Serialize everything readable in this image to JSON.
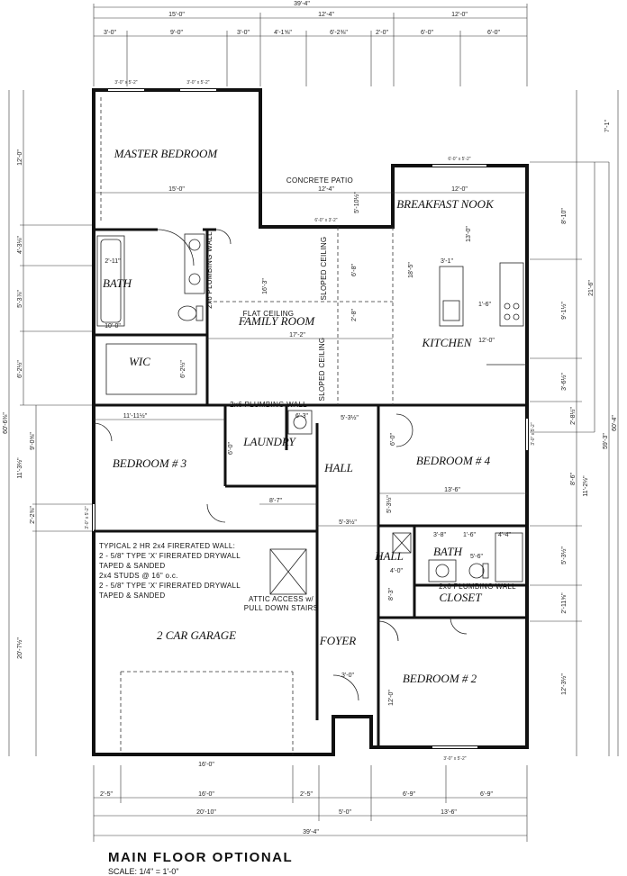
{
  "rooms": {
    "master_bedroom": "MASTER BEDROOM",
    "breakfast_nook": "BREAKFAST NOOK",
    "bath_master": "BATH",
    "family_room": "FAMILY ROOM",
    "kitchen": "KITCHEN",
    "wic": "WIC",
    "bedroom3": "BEDROOM # 3",
    "laundry": "LAUNDRY",
    "hall_left": "HALL",
    "bedroom4": "BEDROOM # 4",
    "bath_hall": "BATH",
    "hall_right": "HALL",
    "closet": "CLOSET",
    "garage": "2 CAR GARAGE",
    "foyer": "FOYER",
    "bedroom2": "BEDROOM # 2"
  },
  "notes": {
    "concrete_patio": "CONCRETE PATIO",
    "flat_ceiling": "FLAT CEILING",
    "sloped_ceiling_1": "SLOPED CEILING",
    "sloped_ceiling_2": "SLOPED CEILING",
    "plumbing_wall_master": "2x6 PLUMBING WALL",
    "plumbing_wall_laundry": "2x6 PLUMBING WALL",
    "plumbing_wall_bath": "2x6 PLUMBING WALL",
    "firerated": [
      "TYPICAL 2 HR 2x4 FIRERATED WALL:",
      "2 - 5/8\" TYPE 'X' FIRERATED DRYWALL",
      "TAPED & SANDED",
      "2x4 STUDS @ 16\" o.c.",
      "2 - 5/8\" TYPE 'X' FIRERATED DRYWALL",
      "TAPED & SANDED"
    ],
    "attic": [
      "ATTIC ACCESS w/",
      "PULL DOWN STAIRS"
    ]
  },
  "dims_top": {
    "overall": "39'-4\"",
    "row1": [
      "15'-0\"",
      "12'-4\"",
      "12'-0\""
    ],
    "row2": [
      "3'-0\"",
      "9'-0\"",
      "3'-0\"",
      "4'-1⅝\"",
      "6'-2⅜\"",
      "2'-0\"",
      "6'-0\"",
      "6'-0\""
    ]
  },
  "dims_bottom": {
    "row1": [
      "2'-5\"",
      "16'-0\"",
      "2'-5\"",
      "6'-9\"",
      "6'-9\""
    ],
    "row2": [
      "20'-10\"",
      "5'-0\"",
      "13'-6\""
    ],
    "overall": "39'-4\""
  },
  "dims_left": {
    "outer": "60'-6⅜\"",
    "col_a": [
      "12'-0\"",
      "4'-3⅛\"",
      "5'-3⅞\"",
      "6'-2½\""
    ],
    "col_b": [
      "9'-0⅝\"",
      "11'-3½\"",
      "2'-2⅜\"",
      "20'-7½\""
    ]
  },
  "dims_right": {
    "outer": "60'-4\"",
    "col_a": [
      "7'-1\"",
      "8'-10\"",
      "9'-1½\"",
      "3'-6½\"",
      "2'-8½\"",
      "8'-6\"",
      "5'-3½\"",
      "2'-11⅝\"",
      "12'-3½\""
    ],
    "col_b": [
      "21'-6\"",
      "11'-2½\"",
      "59'-3\""
    ]
  },
  "dims_interior": {
    "master_width": "15'-0\"",
    "patio_width": "12'-4\"",
    "nook_width": "12'-0\"",
    "nook_depth": "5'-10½\"",
    "family_width": "17'-2\"",
    "family_depth": "16'-3\"",
    "kitchen_width": "12'-0\"",
    "kitchen_depth": "13'-0\"",
    "island": "3'-1\"",
    "range": "1'-6\"",
    "family_slope": "6'-8\"",
    "kitchen_slope": "18'-5\"",
    "hall_width": "5'-3½\"",
    "bedroom3_width": "11'-11½\"",
    "laundry_width": "6'-3\"",
    "hall_seg": "8'-7\"",
    "hall_seg2": "5'-3½\"",
    "bed4_width": "13'-6\"",
    "bath_a": "3'-8\"",
    "bath_b": "1'-6\"",
    "bath_c": "4'-4\"",
    "bath_d": "5'-6\"",
    "bath_e": "4'-0\"",
    "bath_f": "8'-3\"",
    "bed2_depth": "12'-0\"",
    "garage_width": "16'-0\"",
    "foyer": "3'-0\"",
    "master_bath_a": "2'-11\"",
    "master_bath_b": "10'-0\"",
    "wic_depth": "6'-2½\"",
    "family_c": "2'-8\"",
    "bed3_c": "6'-0\"",
    "bed4_c": "6'-0\"",
    "hall_c": "5'-3½\""
  },
  "window_tags": {
    "w1": "3'-0\" x 5'-2\"",
    "w2": "3'-0\" x 5'-2\"",
    "w3": "6'-0\" x 5'-2\"",
    "w4": "6'-0\" x 3'-2\"",
    "w5": "3'-0\" x 5'-2\"",
    "w6": "3'-0\" x 5'-2\"",
    "w7": "3'-0\" x 5'-2\""
  },
  "title": "MAIN FLOOR OPTIONAL",
  "scale": "SCALE: 1/4\" = 1'-0\""
}
